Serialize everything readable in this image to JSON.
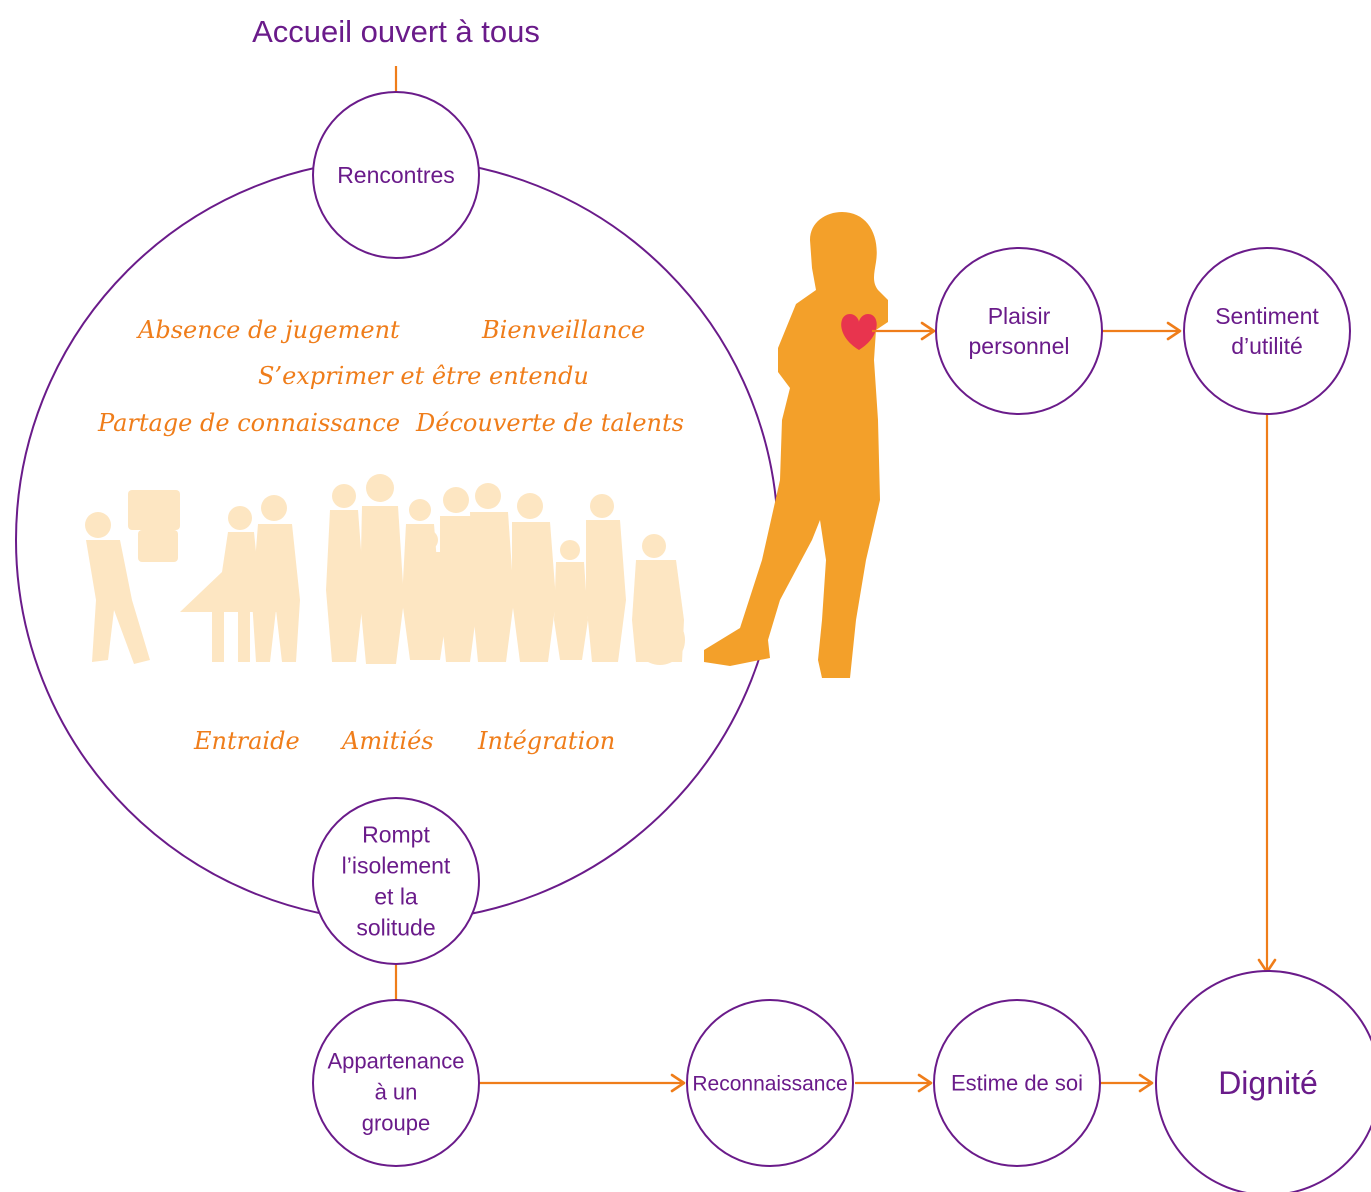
{
  "title": "Accueil ouvert à tous",
  "nodes": {
    "rencontres": [
      "Rencontres"
    ],
    "plaisir": [
      "Plaisir",
      "personnel"
    ],
    "sentiment": [
      "Sentiment",
      "d’utilité"
    ],
    "rompt": [
      "Rompt",
      "l’isolement",
      "et la",
      "solitude"
    ],
    "appartenance": [
      "Appartenance",
      "à un",
      "groupe"
    ],
    "reconnaissance": [
      "Reconnaissance"
    ],
    "estime": [
      "Estime de soi"
    ],
    "dignite": [
      "Dignité"
    ]
  },
  "values": {
    "absence": "Absence de jugement",
    "bienveillance": "Bienveillance",
    "exprimer": "S’exprimer et être entendu",
    "partage": "Partage de connaissance",
    "decouverte": "Découverte de talents",
    "entraide": "Entraide",
    "amities": "Amitiés",
    "integration": "Intégration"
  },
  "colors": {
    "purple": "#6a1b8a",
    "orange": "#ef7d1a",
    "silhouette": "#f3a02a",
    "crowd": "#fde6c2",
    "heart": "#e8344e"
  },
  "icons": [
    "person-silhouette-icon",
    "heart-icon",
    "crowd-silhouette-icon"
  ]
}
